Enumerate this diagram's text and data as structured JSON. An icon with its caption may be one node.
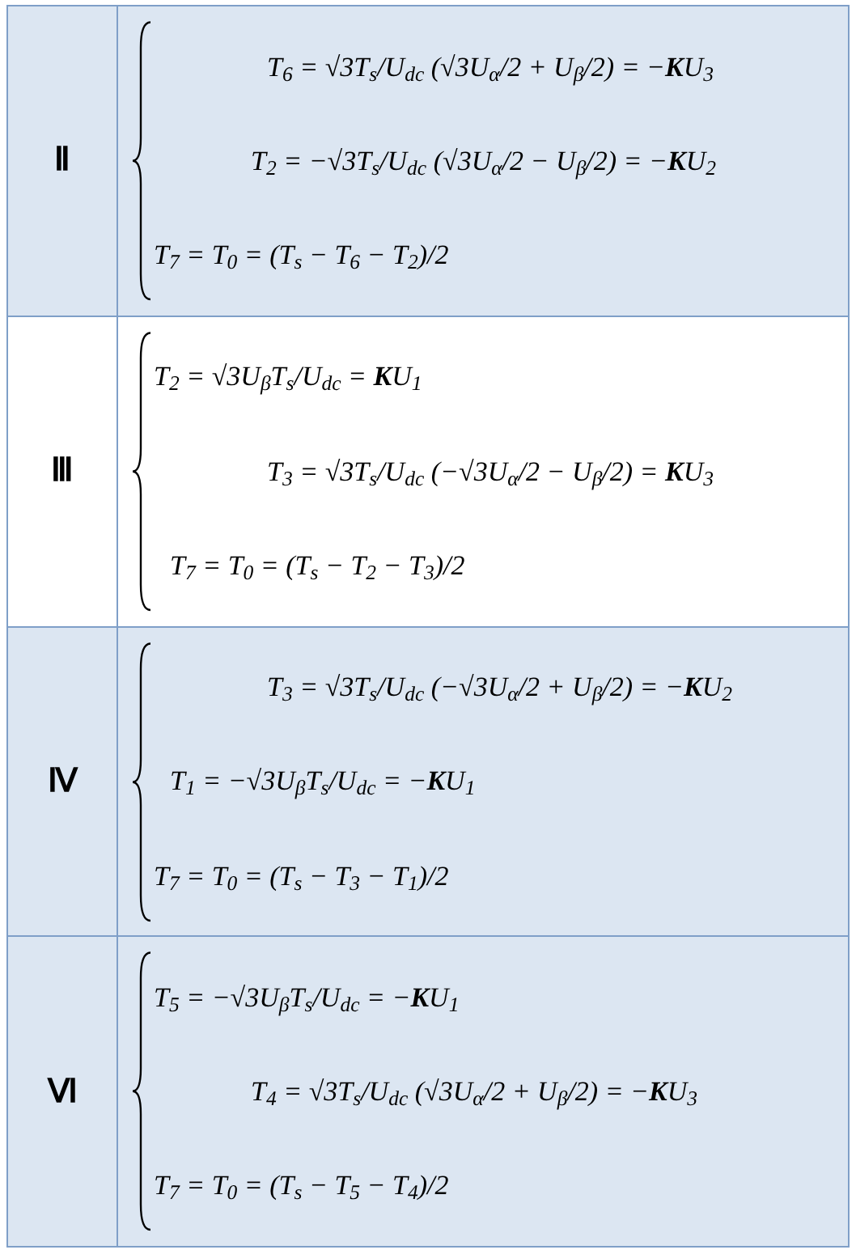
{
  "diagram": {
    "labels": [
      "Ⅱ",
      "T$_{6}$ = √3T$_{s}$/U$_{dc}$ (√3U$_{α}$/2 + U$_{β}$/2) = −**K**U$_{3}$",
      "T$_{2}$ = −√3T$_{s}$/U$_{dc}$ (√3U$_{α}$/2 − U$_{β}$/2) = −**K**U$_{2}$",
      "T$_{7}$ = T$_{0}$ = (T$_{s}$ − T$_{6}$ − T$_{2}$)/2",
      "Ⅲ",
      "T$_{2}$ = √3U$_{β}$T$_{s}$/U$_{dc}$ = **K**U$_{1}$",
      "T$_{3}$ = √3T$_{s}$/U$_{dc}$ (−√3U$_{α}$/2 − U$_{β}$/2) = **K**U$_{3}$",
      "T$_{7}$ = T$_{0}$ = (T$_{s}$ − T$_{2}$ − T$_{3}$)/2",
      "Ⅳ",
      "T$_{3}$ = √3T$_{s}$/U$_{dc}$ (−√3U$_{α}$/2 + U$_{β}$/2) = −**K**U$_{2}$",
      "T$_{1}$ = −√3U$_{β}$T$_{s}$/U$_{dc}$ = −**K**U$_{1}$",
      "T$_{7}$ = T$_{0}$ = (T$_{s}$ − T$_{3}$ − T$_{1}$)/2",
      "Ⅵ",
      "T$_{5}$ = −√3U$_{β}$T$_{s}$/U$_{dc}$ = −**K**U$_{1}$",
      "T$_{4}$ = √3T$_{s}$/U$_{dc}$ (√3U$_{α}$/2 + U$_{β}$/2) = −**K**U$_{3}$",
      "T$_{7}$ = T$_{0}$ = (T$_{s}$ − T$_{5}$ − T$_{4}$)/2"
    ]
  }
}
